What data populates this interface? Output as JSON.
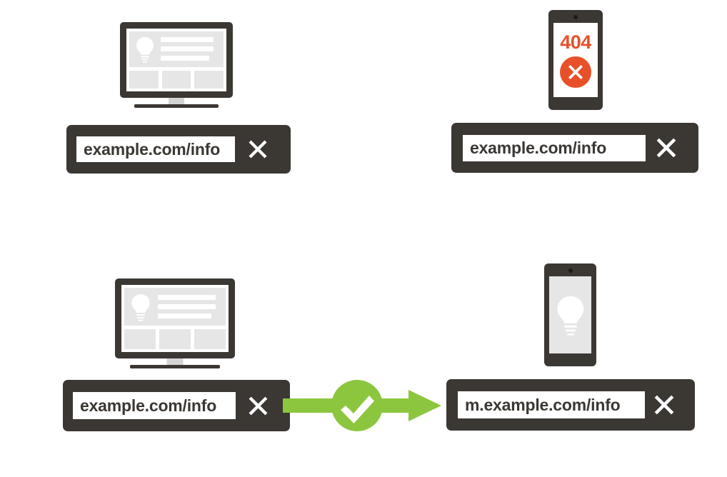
{
  "meta": {
    "title": "Mobile redirect diagram",
    "background": "#ffffff"
  },
  "colors": {
    "dark": "#3b3733",
    "screen_gray": "#e6e6e6",
    "error_orange": "#e8502a",
    "success_green": "#8cc63f",
    "white": "#ffffff"
  },
  "panels": {
    "top_left": {
      "device": "desktop-monitor",
      "screen_content": "article-page",
      "url_value": "example.com/info",
      "close_icon": "close-x-icon"
    },
    "top_right": {
      "device": "smartphone",
      "screen_content": "error-page",
      "error_code": "404",
      "error_icon": "error-circle-x-icon",
      "url_value": "example.com/info",
      "close_icon": "close-x-icon"
    },
    "bottom_left": {
      "device": "desktop-monitor",
      "screen_content": "article-page",
      "url_value": "example.com/info",
      "close_icon": "close-x-icon"
    },
    "bottom_right": {
      "device": "smartphone",
      "screen_content": "bulb-page",
      "url_value": "m.example.com/info",
      "close_icon": "close-x-icon"
    }
  },
  "connector": {
    "icon": "check-circle-icon",
    "arrow_icon": "arrow-right-icon",
    "direction": "left-to-right",
    "color": "#8cc63f"
  }
}
